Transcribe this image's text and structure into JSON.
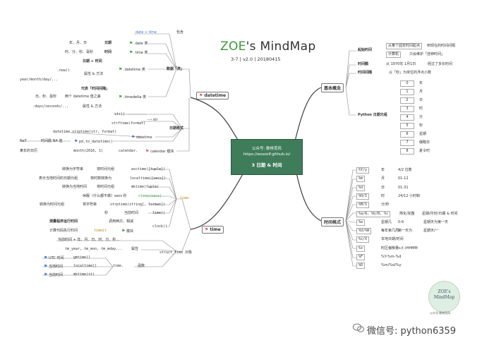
{
  "title": {
    "prefix": "ZOE",
    "suffix": "'s MindMap"
  },
  "version": "3-7  |  v2.0  |  20180415",
  "center": {
    "account": "公众号: 数林觅风",
    "url": "https://woaielf.github.io/",
    "topic": "3 日期 & 时间"
  },
  "seal": {
    "line1": "ZOE's",
    "line2": "MindMap",
    "sub": "公众号·数林觅风"
  },
  "watermark": "微信号: python6359",
  "datetime": {
    "label": "datetime",
    "top_note": "date + time",
    "top_note2": "包含",
    "cls_label": "数据「类」",
    "c1": {
      "a": "年、月、日",
      "b": "日期",
      "c": ".date 类"
    },
    "c2": {
      "a": "时、分、秒、毫秒",
      "b": "时间",
      "c": ".time 类"
    },
    "c3": {
      "a": "日期 + 时间",
      "b": ".now()",
      "c": "属性 & 方法",
      "d": "year/month/day/...",
      "e": ".datetime 类"
    },
    "c4": {
      "a": "代表「时间间隔」",
      "b": "日、秒、毫秒",
      "c": "两个 datetime 值之差",
      "d": ".timedelta 类",
      "e": ".days/seconds/...",
      "f": "属性 & 方法"
    },
    "fmt_label": "日期格式",
    "f1": {
      "a": "str()",
      "b": "str"
    },
    "f2": {
      "a": "strftime(format)"
    },
    "f3": {
      "a": "datetime.strptime(str, format)",
      "b": "datetime"
    },
    "f4": {
      "a": "NaT",
      "b": "时间戳 NA 值",
      "c": "pd.to_datetime()"
    },
    "cal": {
      "a": "某年的日历",
      "b": "month(2016, 1)",
      "c": "calendar.",
      "d": "calendar 模块"
    }
  },
  "time": {
    "label": "time",
    "time_dot": "time.",
    "t1": {
      "a": "转换为字符串",
      "b": "将时间元组",
      "c": "asctime([tuple])"
    },
    "t2": {
      "a": "表示当地时间的日期元组",
      "b": "将时数转换为",
      "c": "localtime([secs])"
    },
    "t3": {
      "a": "转换为当地时间",
      "b": "将时间元组",
      "c": "mktime(tuple)"
    },
    "t4": {
      "a": "休眠（什么都不做）secs 秒",
      "b": "sleep(secs)"
    },
    "t5": {
      "a": "转换为时间元组",
      "b": "将字符串",
      "c": "strptime(string[, format])"
    },
    "t6": {
      "a": "秒",
      "b": "当前时间",
      "c": "time()"
    },
    "perf": {
      "a": "测量程序运行时间",
      "b": "调用两次，相减",
      "c": "clock()",
      "d": "计算代码执行时间",
      "e": "timeit",
      "f": "模块"
    },
    "st": {
      "a": "当前时间 + 年、月、日、时、分、秒...",
      "b": "tm_year, tm_mon, tm_mday...",
      "c": "属性",
      "d": "struct_time 对象",
      "e": "UTC 时间",
      "f": "gmtime()",
      "g": "当地时间",
      "h": "localtime()",
      "i": "time.",
      "j": "函数",
      "k": "当前时间",
      "l": "mktime(st)"
    }
  },
  "basic": {
    "label": "基本概念",
    "start": {
      "a": "起始时间",
      "b": "从某个固定时间起点",
      "c": "到现在的时间间隔",
      "d": "计算机",
      "e": "只会维护「挂钟时间」"
    },
    "stamp": {
      "a": "时间戳",
      "b": "从 1970年 1月1日",
      "c": "经过了多长时间"
    },
    "interval": {
      "a": "时间间隔",
      "b": "以「秒」为单位的浮点小数"
    },
    "tuple": {
      "label": "Python 日期元组",
      "rows": [
        {
          "i": "0",
          "v": "年"
        },
        {
          "i": "1",
          "v": "月"
        },
        {
          "i": "2",
          "v": "日"
        },
        {
          "i": "3",
          "v": "时"
        },
        {
          "i": "4",
          "v": "分"
        },
        {
          "i": "5",
          "v": "秒"
        },
        {
          "i": "6",
          "v": "星期"
        },
        {
          "i": "7",
          "v": "儒略日"
        },
        {
          "i": "8",
          "v": "夏令时"
        }
      ]
    }
  },
  "formats": {
    "label": "时间格式",
    "rows": [
      {
        "code": "%Y/y",
        "a": "年",
        "b": "4/2 位数"
      },
      {
        "code": "%m",
        "a": "月",
        "b": "01-12"
      },
      {
        "code": "%d",
        "a": "日",
        "b": "01-31"
      },
      {
        "code": "%H/I",
        "a": "时",
        "b": "24/12 小时制"
      },
      {
        "code": "%M/S",
        "a": "分/秒",
        "b": ""
      },
      {
        "code": "%a/A, %b/B, %c",
        "a": "简化/完整",
        "b": "星期/月份/日期 & 时间"
      },
      {
        "code": "%w",
        "a": "星期几",
        "b": "0-6",
        "c": "星期天为第一天"
      },
      {
        "code": "%U/%W",
        "a": "每年第几周",
        "b": "第一天为",
        "c": "星期天/一"
      },
      {
        "code": "%x/X",
        "a": "本地日期/时间",
        "b": ""
      },
      {
        "code": "%z",
        "a": "时区偏移量",
        "b": "+/(-)HHMM"
      },
      {
        "code": "%F",
        "a": "%Y-%m-%d",
        "b": ""
      },
      {
        "code": "%D",
        "a": "%m/%d/%y",
        "b": ""
      }
    ]
  }
}
